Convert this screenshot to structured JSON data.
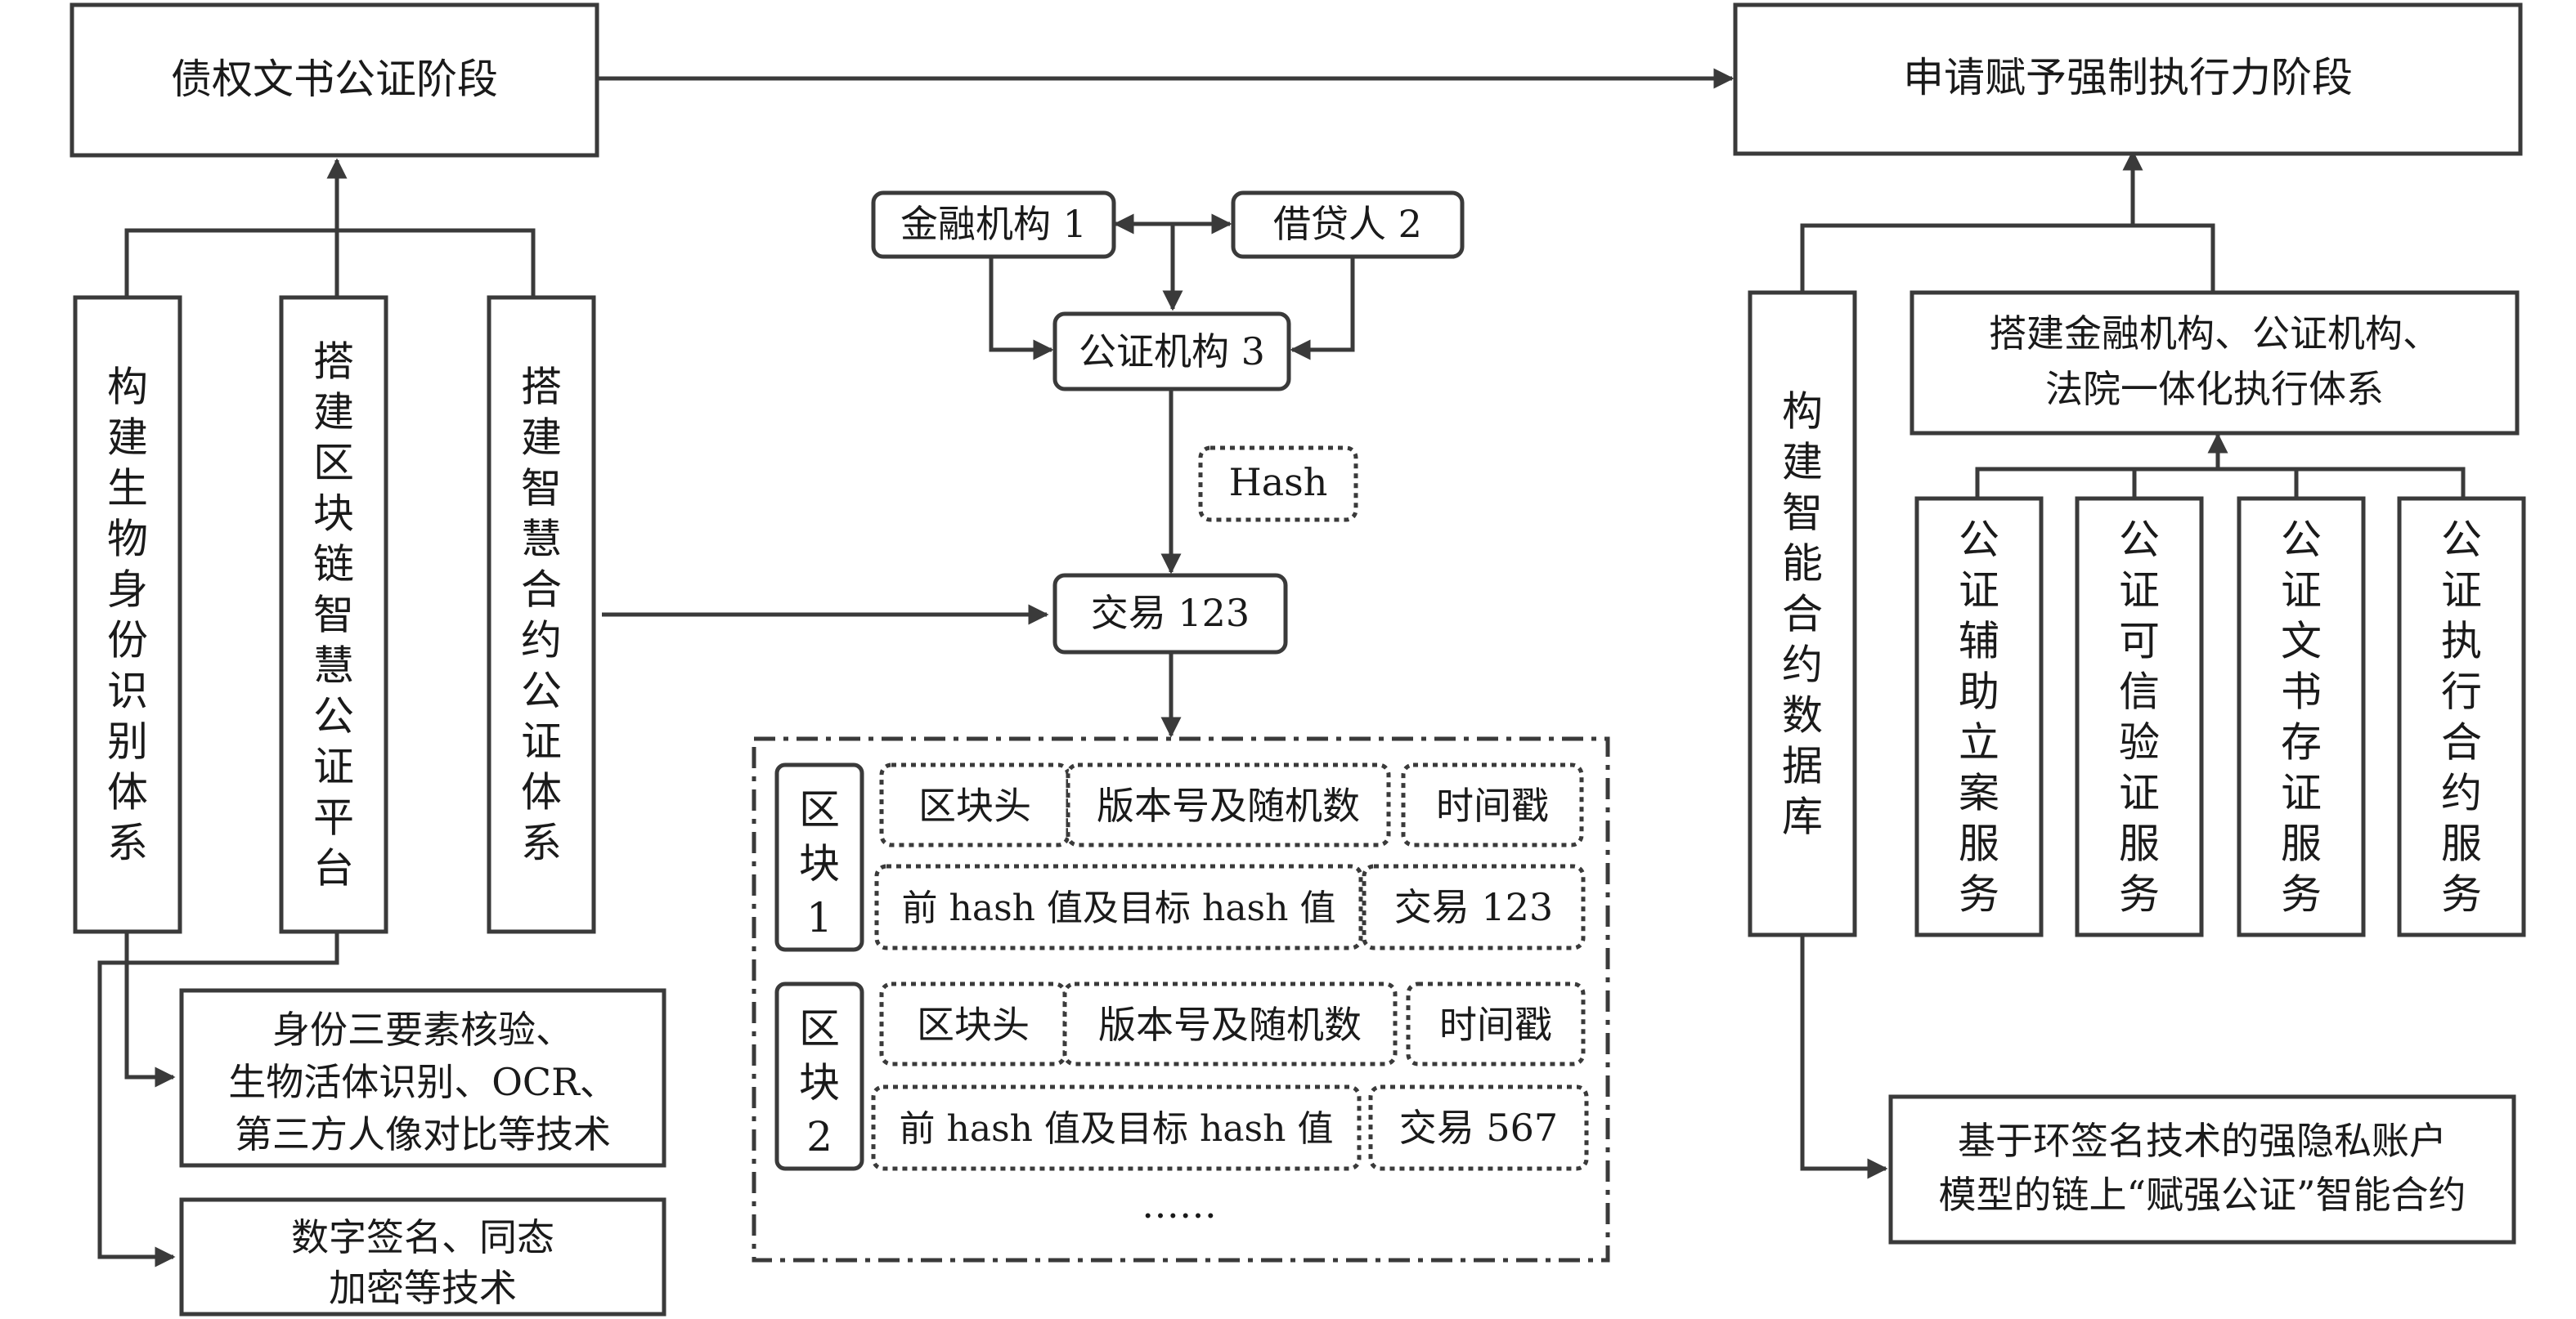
{
  "left_stage": {
    "title": "债权文书公证阶段"
  },
  "right_stage": {
    "title": "申请赋予强制执行力阶段"
  },
  "left_systems": [
    {
      "label": "构建生物身份识别体系"
    },
    {
      "label": "搭建区块链智慧公证平台"
    },
    {
      "label": "搭建智慧合约公证体系"
    }
  ],
  "left_tech": {
    "biometric": [
      "身份三要素核验、",
      "生物活体识别、OCR、",
      "第三方人像对比等技术"
    ],
    "crypto": [
      "数字签名、同态",
      "加密等技术"
    ]
  },
  "center": {
    "finance": "金融机构 1",
    "borrower": "借贷人 2",
    "notary": "公证机构 3",
    "hash": "Hash",
    "tx": "交易 123",
    "blocks": [
      {
        "label": "区块1",
        "header": "区块头",
        "version": "版本号及随机数",
        "timestamp": "时间戳",
        "hashes": "前 hash 值及目标 hash 值",
        "tx": "交易 123"
      },
      {
        "label": "区块2",
        "header": "区块头",
        "version": "版本号及随机数",
        "timestamp": "时间戳",
        "hashes": "前 hash 值及目标 hash 值",
        "tx": "交易 567"
      }
    ],
    "ellipsis": "……"
  },
  "right": {
    "db": "构建智能合约数据库",
    "integrated": [
      "搭建金融机构、公证机构、",
      "法院一体化执行体系"
    ],
    "services": [
      {
        "label": "公证辅助立案服务"
      },
      {
        "label": "公证可信验证服务"
      },
      {
        "label": "公证文书存证服务"
      },
      {
        "label": "公证执行合约服务"
      }
    ],
    "contract": [
      "基于环签名技术的强隐私账户",
      "模型的链上“赋强公证”智能合约"
    ]
  },
  "colors": {
    "stroke": "#3a3a3a",
    "text": "#1a1a1a",
    "background": "#ffffff"
  }
}
